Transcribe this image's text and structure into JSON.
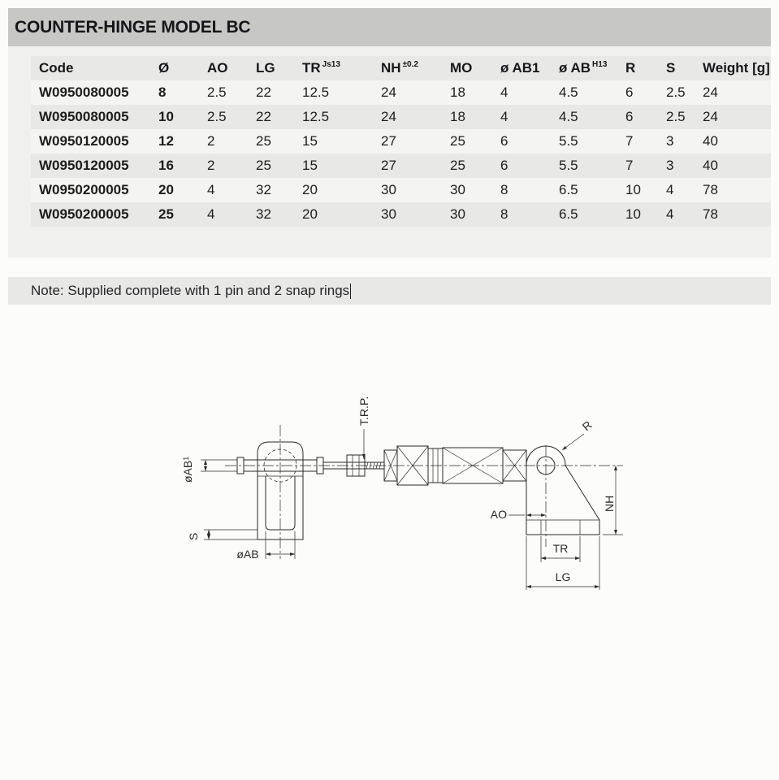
{
  "page": {
    "title": "COUNTER-HINGE MODEL BC",
    "note": "Note: Supplied complete with 1 pin and 2 snap rings"
  },
  "table": {
    "headers": [
      {
        "label": "Code",
        "sup": ""
      },
      {
        "label": "Ø",
        "sup": ""
      },
      {
        "label": "AO",
        "sup": ""
      },
      {
        "label": "LG",
        "sup": ""
      },
      {
        "label": "TR",
        "sup": "Js13"
      },
      {
        "label": "NH",
        "sup": "±0.2"
      },
      {
        "label": "MO",
        "sup": ""
      },
      {
        "label": "ø AB1",
        "sup": ""
      },
      {
        "label": "ø AB",
        "sup": "H13"
      },
      {
        "label": "R",
        "sup": ""
      },
      {
        "label": "S",
        "sup": ""
      },
      {
        "label": "Weight [g]",
        "sup": ""
      }
    ],
    "rows": [
      [
        "W0950080005",
        "8",
        "2.5",
        "22",
        "12.5",
        "24",
        "18",
        "4",
        "4.5",
        "6",
        "2.5",
        "24"
      ],
      [
        "W0950080005",
        "10",
        "2.5",
        "22",
        "12.5",
        "24",
        "18",
        "4",
        "4.5",
        "6",
        "2.5",
        "24"
      ],
      [
        "W0950120005",
        "12",
        "2",
        "25",
        "15",
        "27",
        "25",
        "6",
        "5.5",
        "7",
        "3",
        "40"
      ],
      [
        "W0950120005",
        "16",
        "2",
        "25",
        "15",
        "27",
        "25",
        "6",
        "5.5",
        "7",
        "3",
        "40"
      ],
      [
        "W0950200005",
        "20",
        "4",
        "32",
        "20",
        "30",
        "30",
        "8",
        "6.5",
        "10",
        "4",
        "78"
      ],
      [
        "W0950200005",
        "25",
        "4",
        "32",
        "20",
        "30",
        "30",
        "8",
        "6.5",
        "10",
        "4",
        "78"
      ]
    ]
  },
  "drawing": {
    "labels": {
      "trp": "T.R.P.",
      "oab1_main": "øAB",
      "oab1_sub": "1",
      "s": "S",
      "oab": "øAB",
      "ao": "AO",
      "r": "R",
      "nh": "NH",
      "tr": "TR",
      "lg": "LG"
    }
  },
  "colors": {
    "title_bar_bg": "#c7c7c5",
    "table_zone_bg": "#f0f0ee",
    "row_light": "#f4f4f2",
    "row_dark": "#e8e8e6",
    "note_bar_bg": "#e8e8e6",
    "line_color": "#2a2a28"
  }
}
